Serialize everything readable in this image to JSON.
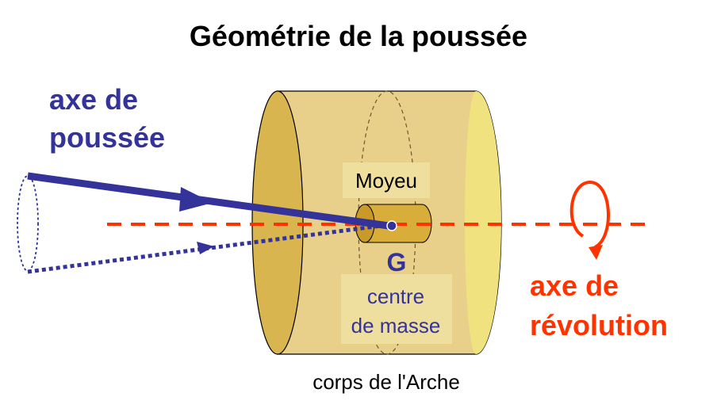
{
  "title": "Géométrie de la poussée",
  "labels": {
    "thrust_axis_line1": "axe de",
    "thrust_axis_line2": "poussée",
    "hub": "Moyeu",
    "center_symbol": "G",
    "center_line1": "centre",
    "center_line2": "de masse",
    "revolution_axis_line1": "axe de",
    "revolution_axis_line2": "révolution",
    "body": "corps de l'Arche"
  },
  "colors": {
    "title": "#000000",
    "thrust_axis": "#333399",
    "revolution_axis": "#ff3300",
    "cylinder_body": "#e8d08a",
    "cylinder_left_cap": "#d8b54e",
    "cylinder_right_cap": "#f0e27e",
    "hub": "#d9ad3a",
    "label_box": "#efdf9e",
    "outline": "#000000"
  }
}
